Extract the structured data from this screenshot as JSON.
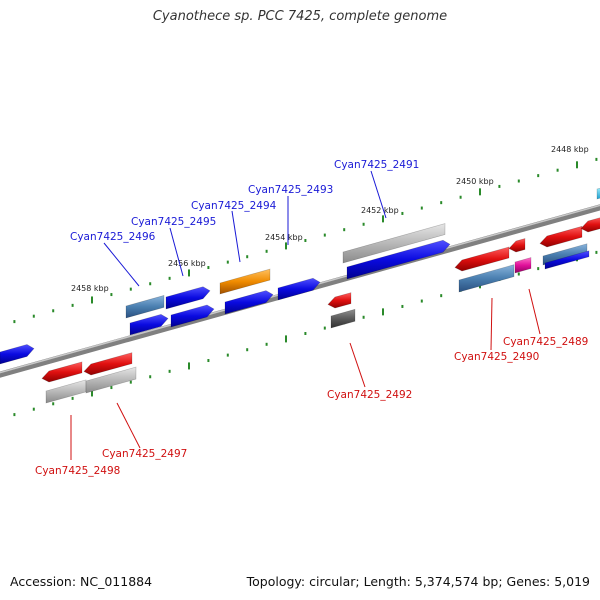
{
  "title": "Cyanothece sp. PCC 7425, complete genome",
  "footer": {
    "accession": "Accession: NC_011884",
    "summary": "Topology: circular; Length: 5,374,574 bp; Genes: 5,019"
  },
  "scale_labels": [
    "2448 kbp",
    "2450 kbp",
    "2452 kbp",
    "2454 kbp",
    "2456 kbp",
    "2458 kbp"
  ],
  "gene_labels_top": [
    "Cyan7425_2491",
    "Cyan7425_2493",
    "Cyan7425_2494",
    "Cyan7425_2495",
    "Cyan7425_2496"
  ],
  "gene_labels_bottom": [
    "Cyan7425_2489",
    "Cyan7425_2490",
    "Cyan7425_2492",
    "Cyan7425_2497",
    "Cyan7425_2498"
  ],
  "colors": {
    "top_label": "#1a1ad6",
    "bottom_label": "#d01010",
    "backbone": "#808080",
    "tick": "#2a8a2a",
    "blue": "#0a0ae0",
    "steel": "#4a7fb0",
    "gray": "#b8b8b8",
    "dark_gray": "#5a5a5a",
    "red": "#e01010",
    "orange": "#f08c00",
    "magenta": "#e0109a",
    "cyan": "#40d0f0"
  }
}
